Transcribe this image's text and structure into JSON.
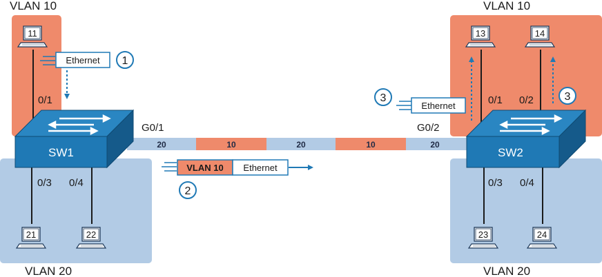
{
  "colors": {
    "vlan10": "#ef8a6b",
    "vlan20": "#b2cbe5",
    "switch": "#1f79b5",
    "switch_dark": "#155a8a",
    "arrow": "#1f79b5",
    "line": "#1a1a1a"
  },
  "vlan_labels": {
    "sw1_vlan10": "VLAN 10",
    "sw1_vlan20": "VLAN 20",
    "sw2_vlan10": "VLAN 10",
    "sw2_vlan20": "VLAN 20"
  },
  "switches": {
    "sw1": "SW1",
    "sw2": "SW2"
  },
  "ports": {
    "sw1_01": "0/1",
    "sw1_03": "0/3",
    "sw1_04": "0/4",
    "sw1_g01": "G0/1",
    "sw2_01": "0/1",
    "sw2_02": "0/2",
    "sw2_03": "0/3",
    "sw2_04": "0/4",
    "sw2_g02": "G0/2"
  },
  "pcs": {
    "pc11": "11",
    "pc13": "13",
    "pc14": "14",
    "pc21": "21",
    "pc22": "22",
    "pc23": "23",
    "pc24": "24"
  },
  "trunk_segments": [
    "20",
    "10",
    "20",
    "10",
    "20"
  ],
  "frames": {
    "step1": "Ethernet",
    "step2_tag": "VLAN 10",
    "step2_frame": "Ethernet",
    "step3": "Ethernet"
  },
  "steps": {
    "s1": "1",
    "s2": "2",
    "s3a": "3",
    "s3b": "3"
  }
}
